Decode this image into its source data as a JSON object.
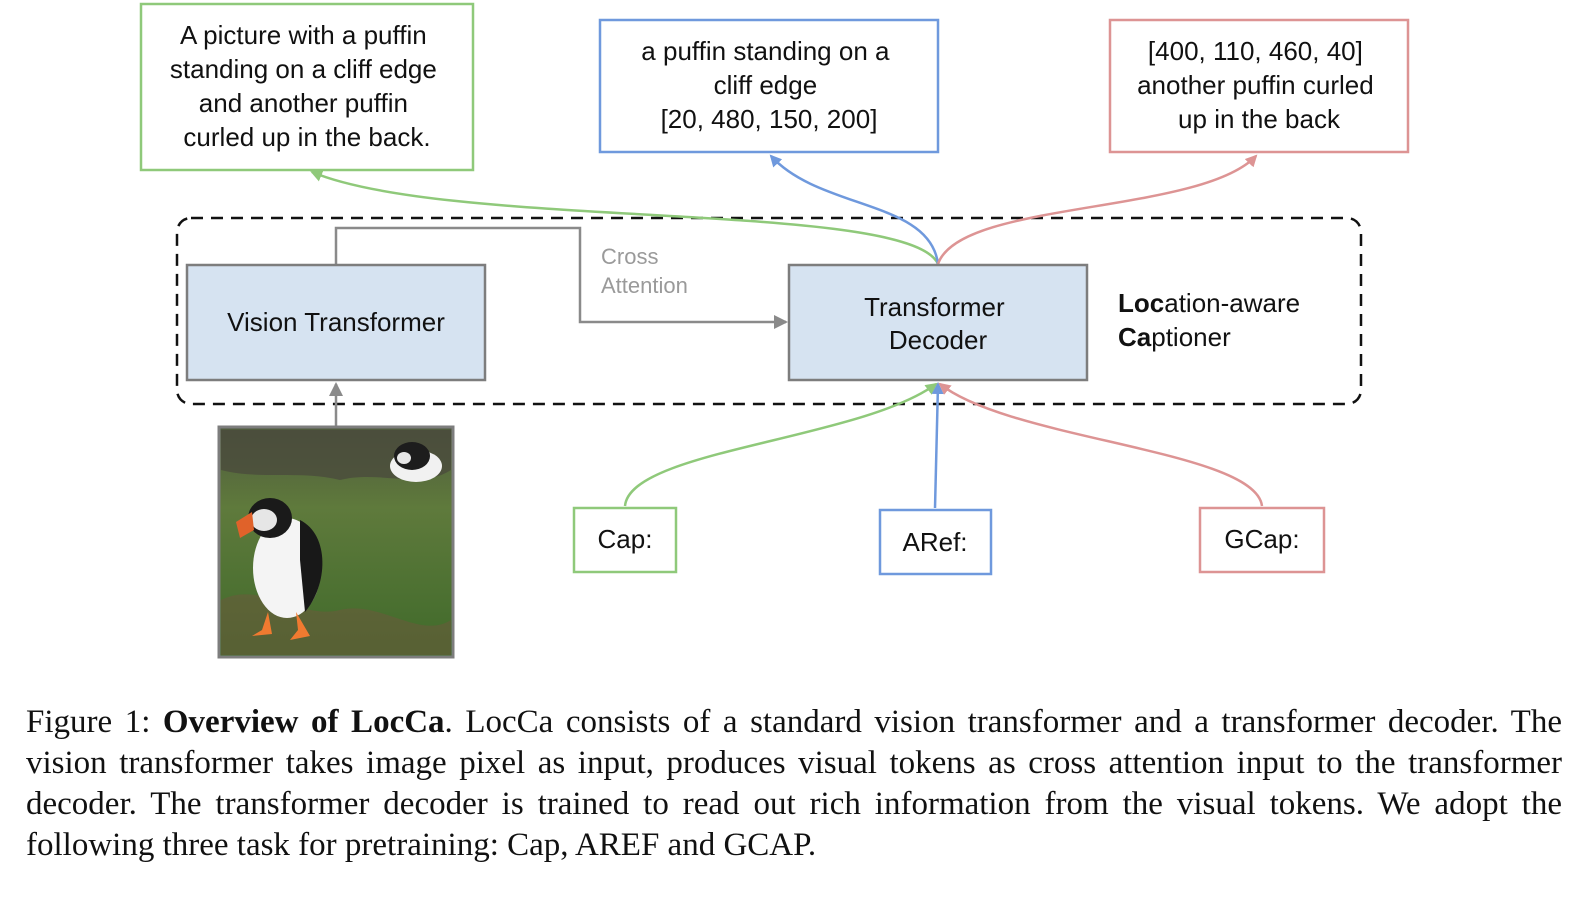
{
  "outputs": {
    "cap": [
      "A picture with a puffin",
      "standing on a cliff edge",
      "and another puffin",
      "curled up in the back."
    ],
    "aref": [
      "a puffin standing on a",
      "cliff edge",
      "[20, 480, 150, 200]"
    ],
    "gcap": [
      "[400, 110, 460, 40]",
      "another puffin curled",
      "up in the back"
    ]
  },
  "model": {
    "vision_transformer": "Vision Transformer",
    "cross_attention": [
      "Cross",
      "Attention"
    ],
    "decoder": [
      "Transformer",
      "Decoder"
    ],
    "name_line1_bold": "Loc",
    "name_line1_rest": "ation-aware",
    "name_line2_bold": "Ca",
    "name_line2_rest": "ptioner"
  },
  "inputs": {
    "cap": "Cap:",
    "aref": "ARef:",
    "gcap": "GCap:"
  },
  "colors": {
    "green": "#8fc97a",
    "blue": "#6f99dd",
    "red": "#dd9494",
    "box_fill": "#d6e3f1",
    "box_stroke": "#7d7d7d",
    "gray_arrow": "#8a8a8a"
  },
  "caption": {
    "label": "Figure 1: ",
    "title": "Overview of LocCa",
    "text": ". LocCa consists of a standard vision transformer and a transformer decoder. The vision transformer takes image pixel as input, produces visual tokens as cross attention input to the transformer decoder. The transformer decoder is trained to read out rich information from the visual tokens. We adopt the following three task for pretraining: Cap, AREF and GCAP."
  }
}
